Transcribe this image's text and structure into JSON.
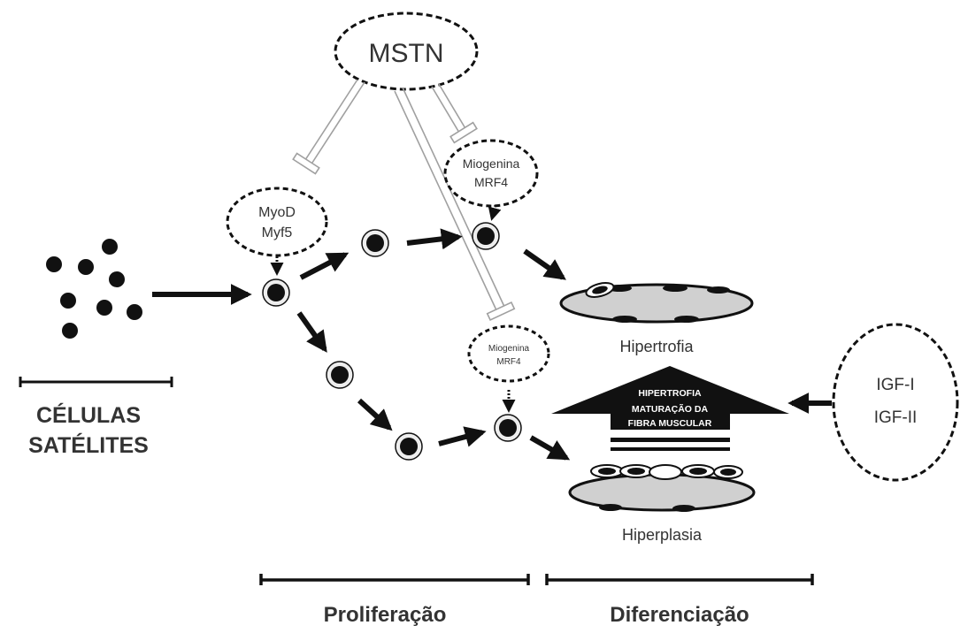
{
  "regulators": {
    "mstn": "MSTN",
    "myod": "MyoD",
    "myf5": "Myf5",
    "miogenina_upper": "Miogenina",
    "mrf4_upper": "MRF4",
    "miogenina_lower": "Miogenina",
    "mrf4_lower": "MRF4",
    "igf1": "IGF-I",
    "igf2": "IGF-II"
  },
  "outcomes": {
    "hipertrofia": "Hipertrofia",
    "hiperplasia": "Hiperplasia"
  },
  "big_arrow": {
    "line1": "HIPERTROFIA",
    "line2": "MATURAÇÃO DA",
    "line3": "FIBRA MUSCULAR"
  },
  "stages": {
    "celulas_line1": "CÉLULAS",
    "celulas_line2": "SATÉLITES",
    "proliferacao": "Proliferação",
    "diferenciacao": "Diferenciação"
  },
  "colors": {
    "ink": "#111111",
    "fiber_fill": "#d0d0d0",
    "inhibitor_outline": "#a0a0a0"
  }
}
